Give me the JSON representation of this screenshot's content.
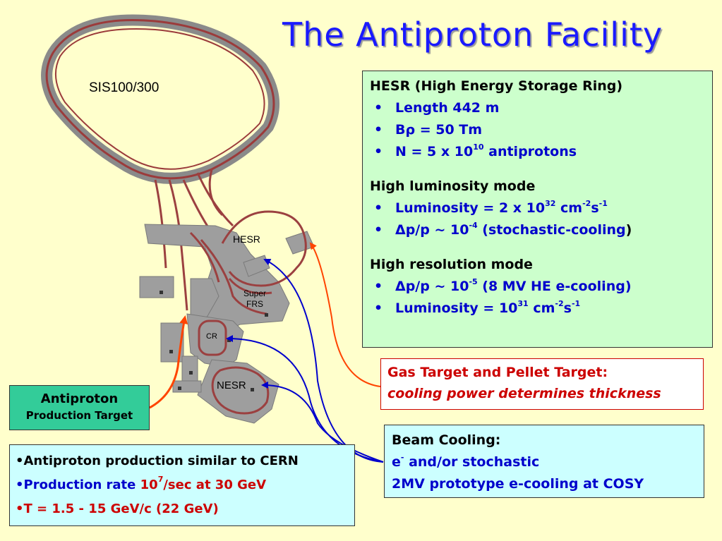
{
  "title": "The Antiproton Facility",
  "diagram_labels": {
    "sis": "SIS100/300",
    "hesr": "HESR",
    "super_frs_line1": "Super",
    "super_frs_line2": "FRS",
    "cr": "CR",
    "nesr": "NESR"
  },
  "hesr_box": {
    "heading": "HESR (High Energy Storage Ring)",
    "items_basic": {
      "length": "Length 442 m",
      "brho": "Bρ = 50 Tm",
      "n_prefix": "N = 5 x 10",
      "n_exp": "10",
      "n_suffix": " antiprotons"
    },
    "lum_heading": "High luminosity mode",
    "lum_item": {
      "prefix": "Luminosity = 2 x 10",
      "exp1": "32",
      "mid1": " cm",
      "exp2": "-2",
      "mid2": "s",
      "exp3": "-1"
    },
    "dp_item1": {
      "prefix": "Δp/p ~ 10",
      "exp": "-4",
      "suffix": "  (stochastic-cooling",
      "close": ")"
    },
    "res_heading": "High resolution mode",
    "dp_item2": {
      "prefix": "Δp/p ~ 10",
      "exp": "-5",
      "suffix": "  (8 MV HE e-cooling)"
    },
    "lum_item2": {
      "prefix": "Luminosity = 10",
      "exp1": "31",
      "mid1": " cm",
      "exp2": "-2",
      "mid2": "s",
      "exp3": "-1"
    }
  },
  "gas_box": {
    "line1": "Gas Target and Pellet Target:",
    "line2": "cooling power determines thickness"
  },
  "cooling_box": {
    "line1": "Beam Cooling:",
    "line2_prefix": "e",
    "line2_sup": "-",
    "line2_suffix": "  and/or stochastic",
    "line3": "2MV prototype e-cooling at COSY"
  },
  "production_target_box": {
    "line1": "Antiproton",
    "line2": "Production Target"
  },
  "production_box": {
    "row1": "•Antiproton production similar to CERN",
    "row2_prefix": "•Production rate ",
    "row2_red1": "10",
    "row2_sup": "7",
    "row2_red2": "/sec at 30 GeV",
    "row3": "•T = 1.5 - 15 GeV/c (22 GeV)"
  },
  "colors": {
    "background": "#ffffcc",
    "title": "#1a1aff",
    "blue_text": "#0000cc",
    "red_text": "#cc0000",
    "green_box": "#ccffcc",
    "cyan_box": "#ccffff",
    "target_box": "#33cc99",
    "arrow_blue": "#0000cc",
    "arrow_red": "#ff4400"
  }
}
